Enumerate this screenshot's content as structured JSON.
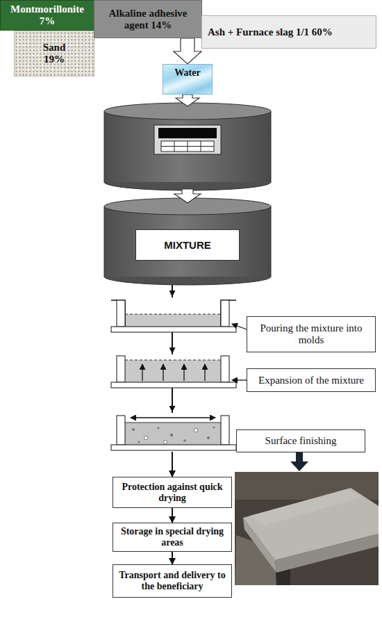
{
  "diagram": {
    "nodes": [
      {
        "text": [
          "Montmorillonite 7%"
        ]
      },
      {
        "text": [
          "Sand 19%"
        ]
      },
      {
        "text": [
          "Alkaline adhesive agent 14%"
        ]
      },
      {
        "text": [
          "Ash + Furnace slag 1/1 60%"
        ]
      },
      {
        "text": [
          "Water"
        ]
      },
      {
        "text": [
          "MIXTURE"
        ]
      },
      {
        "text": [
          "Pouring the mixture into molds"
        ]
      },
      {
        "text": [
          "Expansion of the mixture"
        ]
      },
      {
        "text": [
          "Surface finishing"
        ]
      },
      {
        "text": [
          "Protection against quick drying"
        ]
      },
      {
        "text": [
          "Storage in special drying areas"
        ]
      },
      {
        "text": [
          "Transport and delivery to the beneficiary"
        ]
      }
    ],
    "edges": [
      {
        "from": 2,
        "to": 4,
        "arrow": "to"
      },
      {
        "from": 4,
        "to": 5,
        "arrow": "to"
      },
      {
        "from": 5,
        "to": 9,
        "arrow": "to"
      },
      {
        "from": 9,
        "to": 10,
        "arrow": "to"
      },
      {
        "from": 10,
        "to": 11,
        "arrow": "to"
      }
    ]
  }
}
